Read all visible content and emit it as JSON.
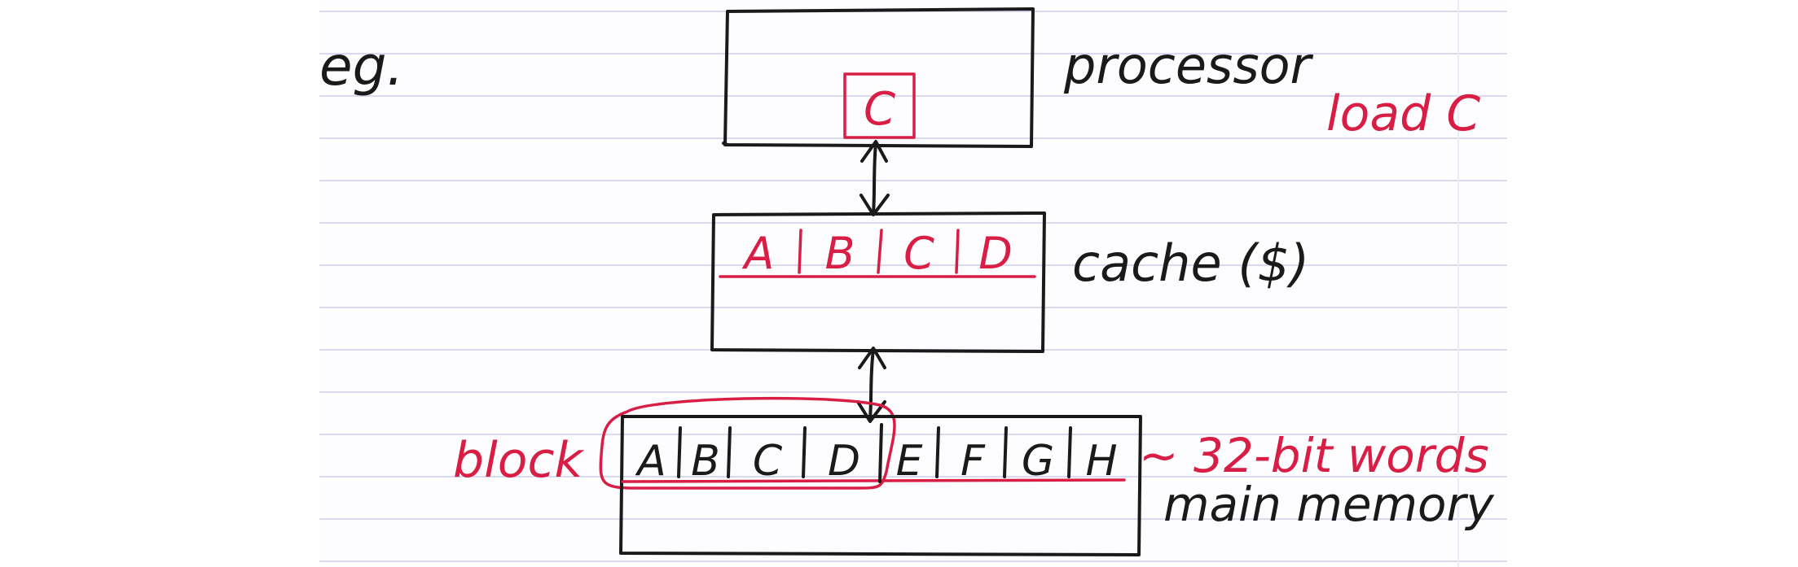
{
  "labels": {
    "eg": "eg.",
    "processor": "processor",
    "load": "load C",
    "cache": "cache ($)",
    "block": "block",
    "word_size": "~ 32-bit words",
    "main_memory": "main memory"
  },
  "processor_register": "C",
  "cache_line": [
    "A",
    "B",
    "C",
    "D"
  ],
  "memory_words": [
    "A",
    "B",
    "C",
    "D",
    "E",
    "F",
    "G",
    "H"
  ],
  "colors": {
    "ink": "#1a1a1a",
    "red_ink": "#d81e45",
    "ruling": "#d9d9f2"
  }
}
